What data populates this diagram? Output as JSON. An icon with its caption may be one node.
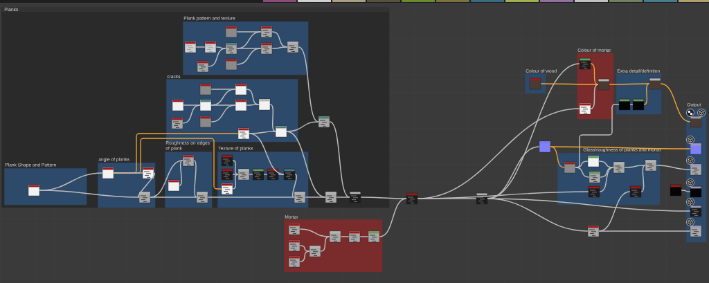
{
  "diagram": {
    "nodes": [
      {
        "text": [
          "Planks"
        ]
      },
      {
        "text": [
          "Plank pattern and texture"
        ],
        "in": 0
      },
      {
        "text": [],
        "shape": "picture",
        "in": 1
      },
      {
        "text": [],
        "shape": "picture",
        "in": 1
      },
      {
        "text": [],
        "shape": "picture",
        "in": 1
      },
      {
        "text": [],
        "shape": "picture",
        "in": 1
      },
      {
        "text": [],
        "shape": "picture",
        "in": 1
      },
      {
        "text": [],
        "shape": "picture",
        "in": 1
      },
      {
        "text": [],
        "shape": "picture",
        "in": 1
      },
      {
        "text": [],
        "shape": "picture",
        "in": 1
      },
      {
        "text": [],
        "shape": "picture",
        "in": 1
      },
      {
        "text": [
          "cracks"
        ],
        "in": 0
      },
      {
        "text": [],
        "shape": "picture",
        "in": 11
      },
      {
        "text": [],
        "shape": "picture",
        "in": 11
      },
      {
        "text": [],
        "shape": "picture",
        "in": 11
      },
      {
        "text": [],
        "shape": "picture",
        "in": 11
      },
      {
        "text": [],
        "shape": "picture",
        "in": 11
      },
      {
        "text": [],
        "shape": "picture",
        "in": 11
      },
      {
        "text": [],
        "shape": "picture",
        "in": 11
      },
      {
        "text": [],
        "shape": "picture",
        "in": 11
      },
      {
        "text": [],
        "shape": "picture",
        "in": 11
      },
      {
        "text": [],
        "shape": "picture",
        "in": 11
      },
      {
        "text": [],
        "shape": "picture",
        "in": 0
      },
      {
        "text": [
          "Plank Shape and Pattern"
        ],
        "in": 0
      },
      {
        "text": [],
        "shape": "picture",
        "in": 23
      },
      {
        "text": [
          "angle of planks"
        ],
        "in": 0
      },
      {
        "text": [],
        "shape": "picture",
        "in": 25
      },
      {
        "text": [],
        "shape": "picture",
        "in": 25
      },
      {
        "text": [],
        "shape": "picture",
        "in": 25
      },
      {
        "text": [
          "Roughness on edges of plank"
        ],
        "in": 0
      },
      {
        "text": [],
        "shape": "picture",
        "in": 29
      },
      {
        "text": [],
        "shape": "picture",
        "in": 29
      },
      {
        "text": [],
        "shape": "picture",
        "in": 29
      },
      {
        "text": [
          "Texture of planks"
        ],
        "in": 0
      },
      {
        "text": [],
        "shape": "picture",
        "in": 33
      },
      {
        "text": [],
        "shape": "picture",
        "in": 33
      },
      {
        "text": [],
        "shape": "picture",
        "in": 33
      },
      {
        "text": [],
        "shape": "picture",
        "in": 33
      },
      {
        "text": [],
        "shape": "picture",
        "in": 33
      },
      {
        "text": [],
        "shape": "picture",
        "in": 33
      },
      {
        "text": [],
        "shape": "picture",
        "in": 33
      },
      {
        "text": [],
        "shape": "picture",
        "in": 33
      },
      {
        "text": [],
        "shape": "picture",
        "in": 0
      },
      {
        "text": [],
        "shape": "picture",
        "in": 0
      },
      {
        "text": [
          "Mortar"
        ]
      },
      {
        "text": [],
        "shape": "picture",
        "in": 44
      },
      {
        "text": [],
        "shape": "picture",
        "in": 44
      },
      {
        "text": [],
        "shape": "picture",
        "in": 44
      },
      {
        "text": [],
        "shape": "picture",
        "in": 44
      },
      {
        "text": [],
        "shape": "picture",
        "in": 44
      },
      {
        "text": [],
        "shape": "picture",
        "in": 44
      },
      {
        "text": [],
        "shape": "picture",
        "in": 44
      },
      {
        "text": [],
        "shape": "picture"
      },
      {
        "text": [],
        "shape": "picture"
      },
      {
        "text": [
          "Colour of wood"
        ]
      },
      {
        "text": [],
        "shape": "picture",
        "in": 54
      },
      {
        "text": [
          "Colour of mortar"
        ]
      },
      {
        "text": [],
        "shape": "picture",
        "in": 56
      },
      {
        "text": [],
        "shape": "picture",
        "in": 56
      },
      {
        "text": [],
        "shape": "picture",
        "in": 56
      },
      {
        "text": [
          "Extra detail/definition"
        ]
      },
      {
        "text": [],
        "shape": "picture",
        "in": 60
      },
      {
        "text": [],
        "shape": "picture",
        "in": 60
      },
      {
        "text": [],
        "shape": "picture",
        "in": 60
      },
      {
        "text": [],
        "shape": "picture"
      },
      {
        "text": [
          "Gloss/roughness of planks and mortar"
        ]
      },
      {
        "text": [],
        "shape": "picture",
        "in": 65
      },
      {
        "text": [],
        "shape": "picture",
        "in": 65
      },
      {
        "text": [],
        "shape": "picture",
        "in": 65
      },
      {
        "text": [],
        "shape": "picture",
        "in": 65
      },
      {
        "text": [],
        "shape": "picture",
        "in": 65
      },
      {
        "text": [],
        "shape": "picture",
        "in": 65
      },
      {
        "text": [],
        "shape": "picture",
        "in": 65
      },
      {
        "text": [],
        "shape": "picture"
      },
      {
        "text": [],
        "shape": "picture"
      },
      {
        "text": [
          "Output"
        ]
      },
      {
        "text": [],
        "shape": "picture",
        "in": 75
      },
      {
        "text": [],
        "shape": "picture",
        "in": 75
      },
      {
        "text": [],
        "shape": "picture",
        "in": 75
      },
      {
        "text": [],
        "shape": "picture",
        "in": 75
      },
      {
        "text": [],
        "shape": "picture",
        "in": 75
      },
      {
        "text": [],
        "shape": "picture",
        "in": 75
      }
    ],
    "edges": [
      {
        "from": 2,
        "to": 3,
        "arrow": "none"
      },
      {
        "from": 3,
        "to": 6,
        "arrow": "none"
      },
      {
        "from": 4,
        "to": 6,
        "arrow": "none"
      },
      {
        "from": 5,
        "to": 8,
        "arrow": "none"
      },
      {
        "from": 6,
        "to": 8,
        "arrow": "none"
      },
      {
        "from": 6,
        "to": 9,
        "arrow": "none"
      },
      {
        "from": 7,
        "to": 9,
        "arrow": "none"
      },
      {
        "from": 8,
        "to": 10,
        "arrow": "none"
      },
      {
        "from": 9,
        "to": 10,
        "arrow": "none"
      },
      {
        "from": 10,
        "to": 22,
        "arrow": "none"
      },
      {
        "from": 12,
        "to": 15,
        "arrow": "none"
      },
      {
        "from": 13,
        "to": 15,
        "arrow": "none"
      },
      {
        "from": 14,
        "to": 17,
        "arrow": "none"
      },
      {
        "from": 15,
        "to": 17,
        "arrow": "none"
      },
      {
        "from": 15,
        "to": 18,
        "arrow": "none"
      },
      {
        "from": 16,
        "to": 18,
        "arrow": "none"
      },
      {
        "from": 17,
        "to": 19,
        "arrow": "none"
      },
      {
        "from": 18,
        "to": 19,
        "arrow": "none"
      },
      {
        "from": 19,
        "to": 21,
        "arrow": "none"
      },
      {
        "from": 20,
        "to": 21,
        "arrow": "none"
      },
      {
        "from": 21,
        "to": 22,
        "arrow": "none"
      },
      {
        "from": 20,
        "to": 40,
        "arrow": "none"
      },
      {
        "from": 21,
        "to": 42,
        "arrow": "none"
      },
      {
        "from": 22,
        "to": 43,
        "arrow": "none"
      },
      {
        "from": 24,
        "to": 26,
        "arrow": "none"
      },
      {
        "from": 24,
        "to": 28,
        "arrow": "none"
      },
      {
        "from": 26,
        "to": 20,
        "arrow": "none",
        "color": "#f2a533"
      },
      {
        "from": 26,
        "to": 36,
        "arrow": "none",
        "color": "#f2a533"
      },
      {
        "from": 26,
        "to": 27,
        "arrow": "none"
      },
      {
        "from": 27,
        "to": 28,
        "arrow": "none"
      },
      {
        "from": 28,
        "to": 30,
        "arrow": "none"
      },
      {
        "from": 28,
        "to": 32,
        "arrow": "none"
      },
      {
        "from": 31,
        "to": 30,
        "arrow": "none"
      },
      {
        "from": 30,
        "to": 32,
        "arrow": "none"
      },
      {
        "from": 32,
        "to": 41,
        "arrow": "none"
      },
      {
        "from": 34,
        "to": 37,
        "arrow": "none"
      },
      {
        "from": 35,
        "to": 37,
        "arrow": "none"
      },
      {
        "from": 36,
        "to": 37,
        "arrow": "none"
      },
      {
        "from": 37,
        "to": 38,
        "arrow": "none"
      },
      {
        "from": 38,
        "to": 39,
        "arrow": "none"
      },
      {
        "from": 39,
        "to": 40,
        "arrow": "none"
      },
      {
        "from": 40,
        "to": 41,
        "arrow": "none"
      },
      {
        "from": 41,
        "to": 42,
        "arrow": "none"
      },
      {
        "from": 42,
        "to": 43,
        "arrow": "none"
      },
      {
        "from": 43,
        "to": 52,
        "arrow": "none"
      },
      {
        "from": 45,
        "to": 49,
        "arrow": "none"
      },
      {
        "from": 46,
        "to": 48,
        "arrow": "none"
      },
      {
        "from": 47,
        "to": 48,
        "arrow": "none"
      },
      {
        "from": 48,
        "to": 49,
        "arrow": "none"
      },
      {
        "from": 49,
        "to": 50,
        "arrow": "none"
      },
      {
        "from": 50,
        "to": 51,
        "arrow": "none"
      },
      {
        "from": 51,
        "to": 52,
        "arrow": "none"
      },
      {
        "from": 52,
        "to": 53,
        "arrow": "none"
      },
      {
        "from": 52,
        "to": 59,
        "arrow": "none"
      },
      {
        "from": 52,
        "to": 69,
        "arrow": "none"
      },
      {
        "from": 53,
        "to": 57,
        "arrow": "none"
      },
      {
        "from": 53,
        "to": 64,
        "arrow": "none"
      },
      {
        "from": 53,
        "to": 80,
        "arrow": "none"
      },
      {
        "from": 53,
        "to": 73,
        "arrow": "none"
      },
      {
        "from": 55,
        "to": 58,
        "arrow": "none",
        "color": "#f2a533"
      },
      {
        "from": 57,
        "to": 58,
        "arrow": "none",
        "color": "#f2a533"
      },
      {
        "from": 59,
        "to": 58,
        "arrow": "none"
      },
      {
        "from": 58,
        "to": 63,
        "arrow": "none",
        "color": "#f2a533"
      },
      {
        "from": 61,
        "to": 62,
        "arrow": "none"
      },
      {
        "from": 62,
        "to": 63,
        "arrow": "none",
        "color": "#f2a533"
      },
      {
        "from": 63,
        "to": 76,
        "arrow": "none",
        "color": "#f2a533"
      },
      {
        "from": 64,
        "to": 77,
        "arrow": "none",
        "color": "#f2a533"
      },
      {
        "from": 64,
        "to": 66,
        "arrow": "none",
        "color": "#f2a533"
      },
      {
        "from": 66,
        "to": 67,
        "arrow": "none"
      },
      {
        "from": 66,
        "to": 68,
        "arrow": "none"
      },
      {
        "from": 66,
        "to": 61,
        "arrow": "none"
      },
      {
        "from": 67,
        "to": 70,
        "arrow": "none"
      },
      {
        "from": 68,
        "to": 70,
        "arrow": "none"
      },
      {
        "from": 69,
        "to": 70,
        "arrow": "none"
      },
      {
        "from": 70,
        "to": 72,
        "arrow": "none"
      },
      {
        "from": 71,
        "to": 72,
        "arrow": "none"
      },
      {
        "from": 72,
        "to": 78,
        "arrow": "none"
      },
      {
        "from": 73,
        "to": 71,
        "arrow": "none"
      },
      {
        "from": 73,
        "to": 81,
        "arrow": "none"
      },
      {
        "from": 74,
        "to": 79,
        "arrow": "none"
      }
    ]
  }
}
